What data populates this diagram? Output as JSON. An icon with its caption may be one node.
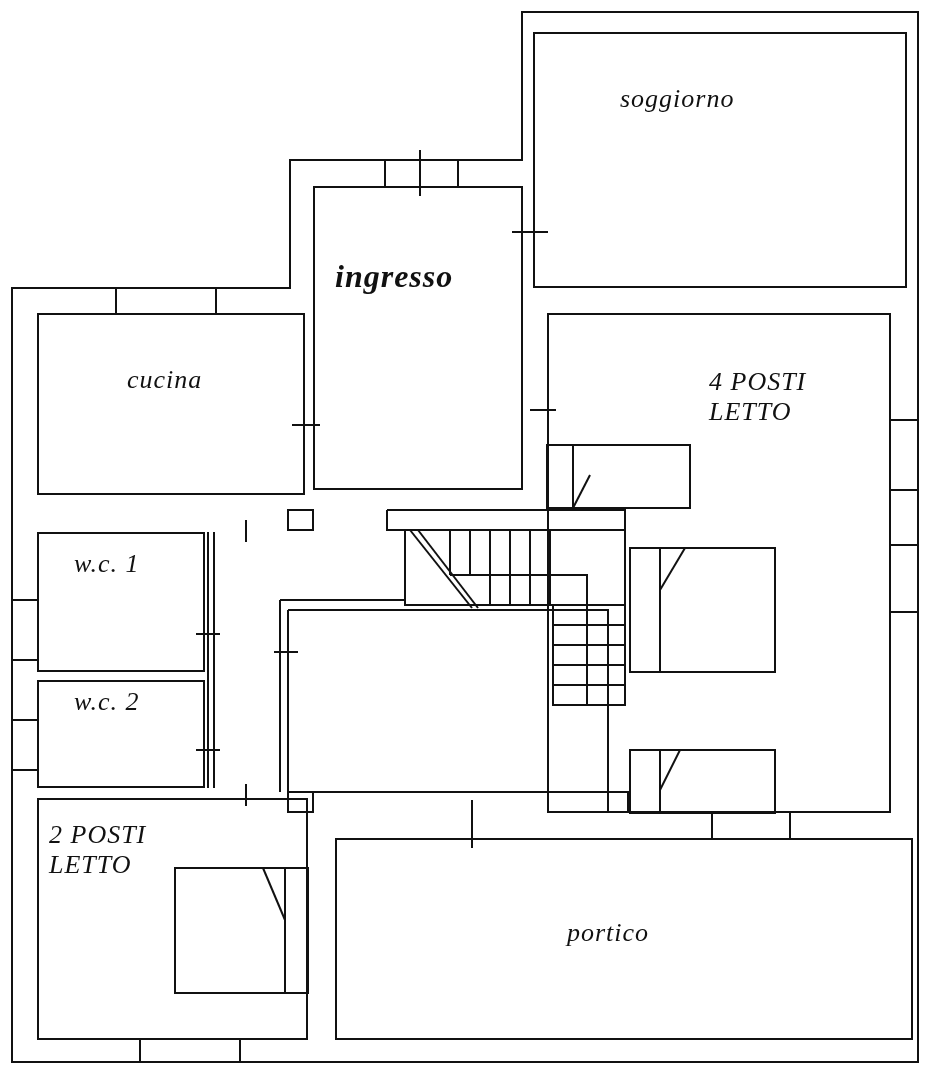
{
  "diagram": {
    "nodes": [
      {
        "text": [
          "soggiorno"
        ]
      },
      {
        "text": [
          "ingresso"
        ]
      },
      {
        "text": [
          "cucina"
        ]
      },
      {
        "text": [
          "4 POSTI LETTO"
        ]
      },
      {
        "text": [
          "w.c. 1"
        ]
      },
      {
        "text": [
          "w.c. 2"
        ]
      },
      {
        "text": [
          "2 POSTI LETTO"
        ]
      },
      {
        "text": [
          "portico"
        ]
      }
    ]
  }
}
